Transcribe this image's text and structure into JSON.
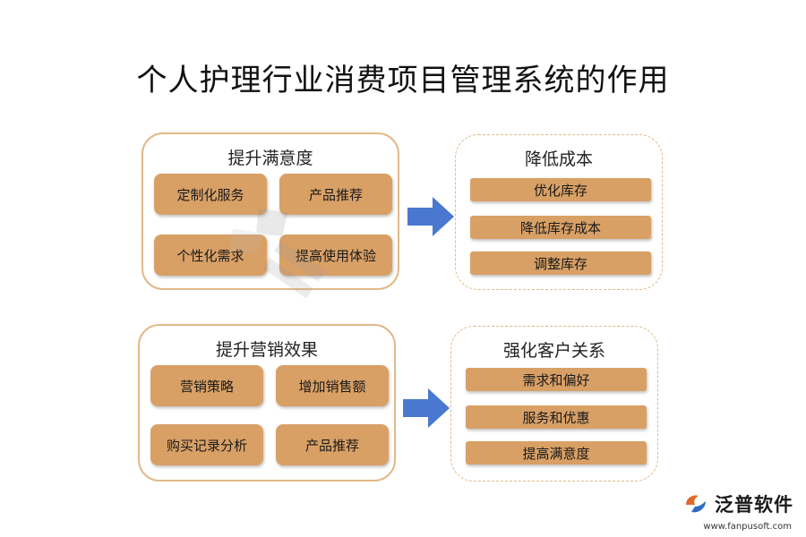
{
  "title": "个人护理行业消费项目管理系统的作用",
  "panels": {
    "satisfaction": {
      "title": "提升满意度",
      "items": [
        "定制化服务",
        "产品推荐",
        "个性化需求",
        "提高使用体验"
      ]
    },
    "cost": {
      "title": "降低成本",
      "items": [
        "优化库存",
        "降低库存成本",
        "调整库存"
      ]
    },
    "marketing": {
      "title": "提升营销效果",
      "items": [
        "营销策略",
        "增加销售额",
        "购买记录分析",
        "产品推荐"
      ]
    },
    "relation": {
      "title": "强化客户关系",
      "items": [
        "需求和偏好",
        "服务和优惠",
        "提高满意度"
      ]
    }
  },
  "logo": {
    "name": "泛普软件",
    "url": "www.fanpusoft.com"
  },
  "colors": {
    "chip": "#d9a066",
    "border": "#e2b888",
    "arrow": "#4a78d0"
  }
}
